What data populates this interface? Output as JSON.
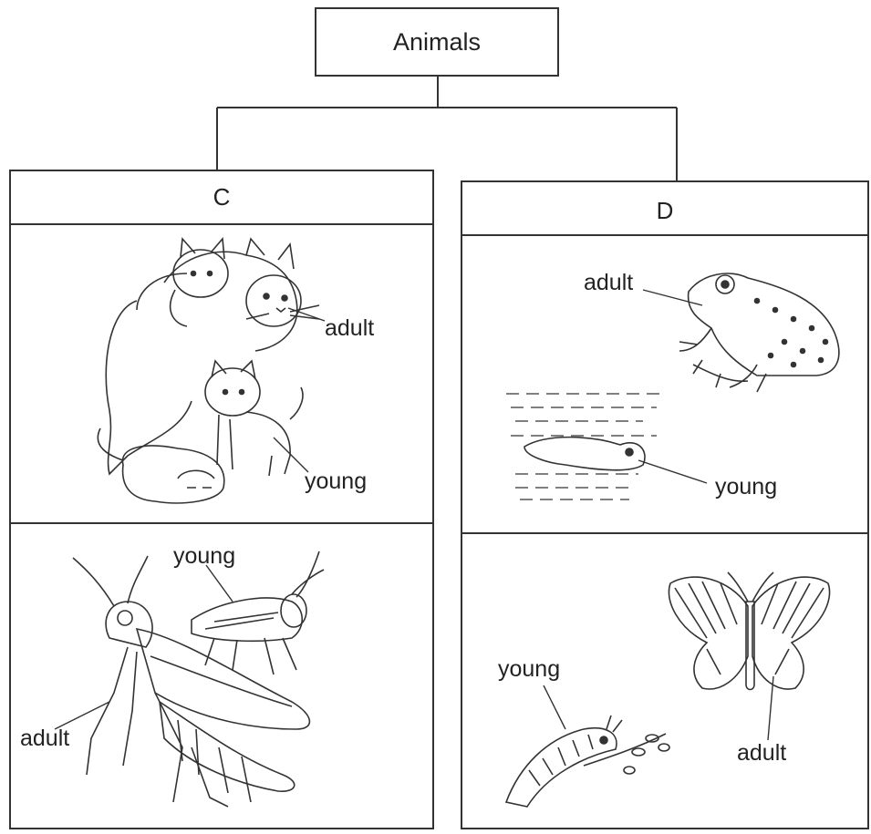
{
  "root": {
    "label": "Animals"
  },
  "groups": [
    {
      "header": "C",
      "panels": [
        {
          "animal": "cat",
          "labels": {
            "adult": "adult",
            "young": "young"
          }
        },
        {
          "animal": "grasshopper",
          "labels": {
            "adult": "adult",
            "young": "young"
          }
        }
      ]
    },
    {
      "header": "D",
      "panels": [
        {
          "animal": "frog",
          "labels": {
            "adult": "adult",
            "young": "young"
          }
        },
        {
          "animal": "butterfly",
          "labels": {
            "adult": "adult",
            "young": "young"
          }
        }
      ]
    }
  ]
}
